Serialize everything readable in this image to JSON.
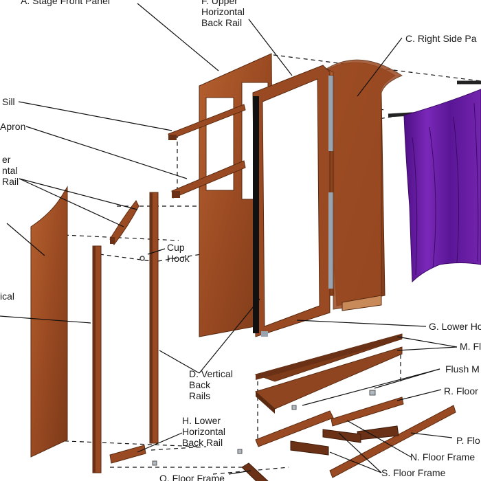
{
  "labels": {
    "a": "A. Stage Front Panel",
    "f": "F. Upper\nHorizontal\nBack Rail",
    "c": "C. Right Side Pa",
    "sill": "Sill",
    "apron": "Apron",
    "upper_rail": "er\nntal\nRail",
    "cup_hook": "Cup\nHook",
    "vertical": "ical",
    "g": "G. Lower Ho",
    "m": "M. Floo",
    "flush": "Flush M",
    "r": "R. Floor",
    "d": "D. Vertical\nBack\nRails",
    "h": "H. Lower\nHorizontal\nBack Rail",
    "p": "P. Flo",
    "n": "N. Floor Frame",
    "s": "S. Floor Frame",
    "q": "Q. Floor Frame"
  },
  "colors": {
    "wood": "#9a4a22",
    "wood_dark": "#6b3116",
    "wood_light": "#b8612f",
    "curtain": "#6a1ea6",
    "curtain_dark": "#4a0f80",
    "line": "#111111"
  }
}
